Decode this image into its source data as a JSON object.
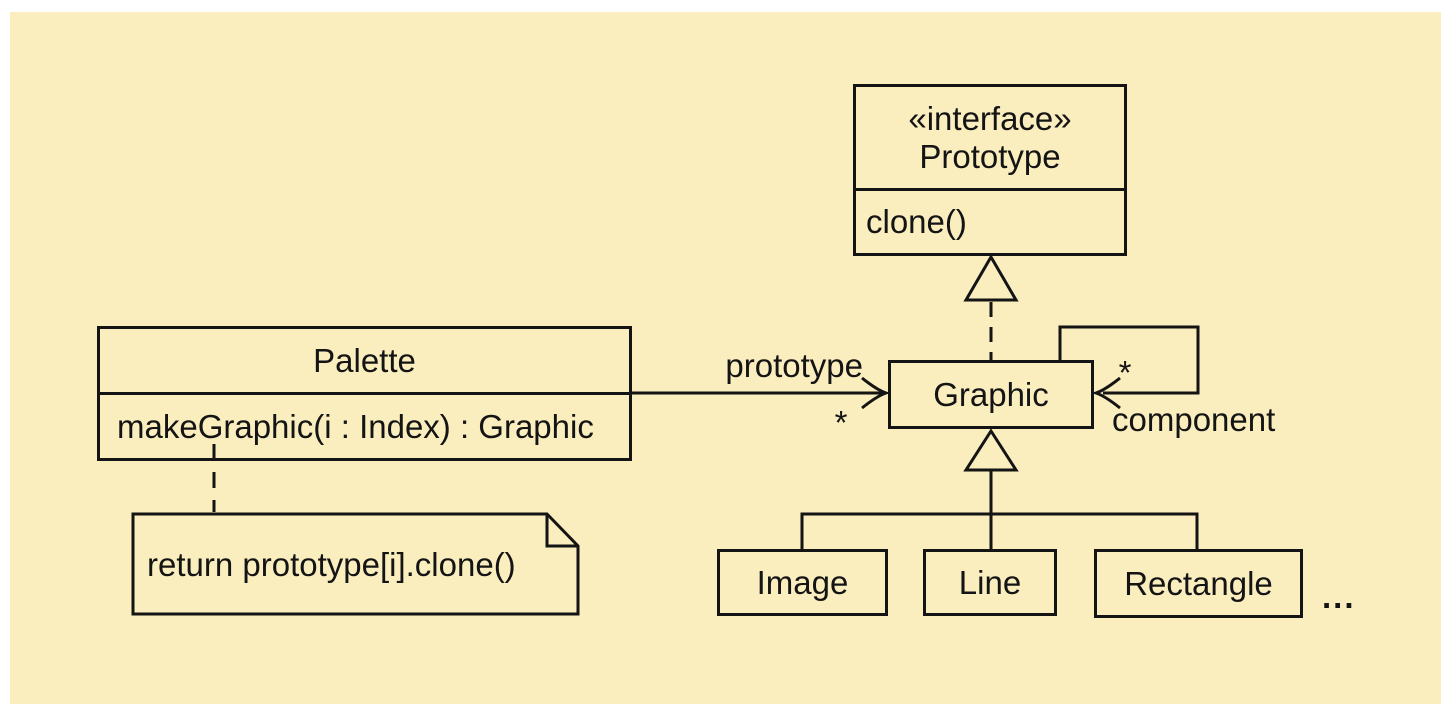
{
  "diagram": {
    "kind": "uml-class-diagram",
    "pattern": "Prototype",
    "background_color": "#FAEDBE",
    "line_color": "#141414",
    "classes": {
      "prototype": {
        "stereotype": "«interface»",
        "name": "Prototype",
        "method": "clone()"
      },
      "palette": {
        "name": "Palette",
        "method": "makeGraphic(i : Index) : Graphic"
      },
      "graphic": {
        "name": "Graphic"
      },
      "image": {
        "name": "Image"
      },
      "line": {
        "name": "Line"
      },
      "rectangle": {
        "name": "Rectangle"
      }
    },
    "labels": {
      "prototype_role": "prototype",
      "prototype_multiplicity": "*",
      "component_role": "component",
      "component_multiplicity": "*",
      "more_classes": "..."
    },
    "note": {
      "text": "return prototype[i].clone()"
    }
  }
}
